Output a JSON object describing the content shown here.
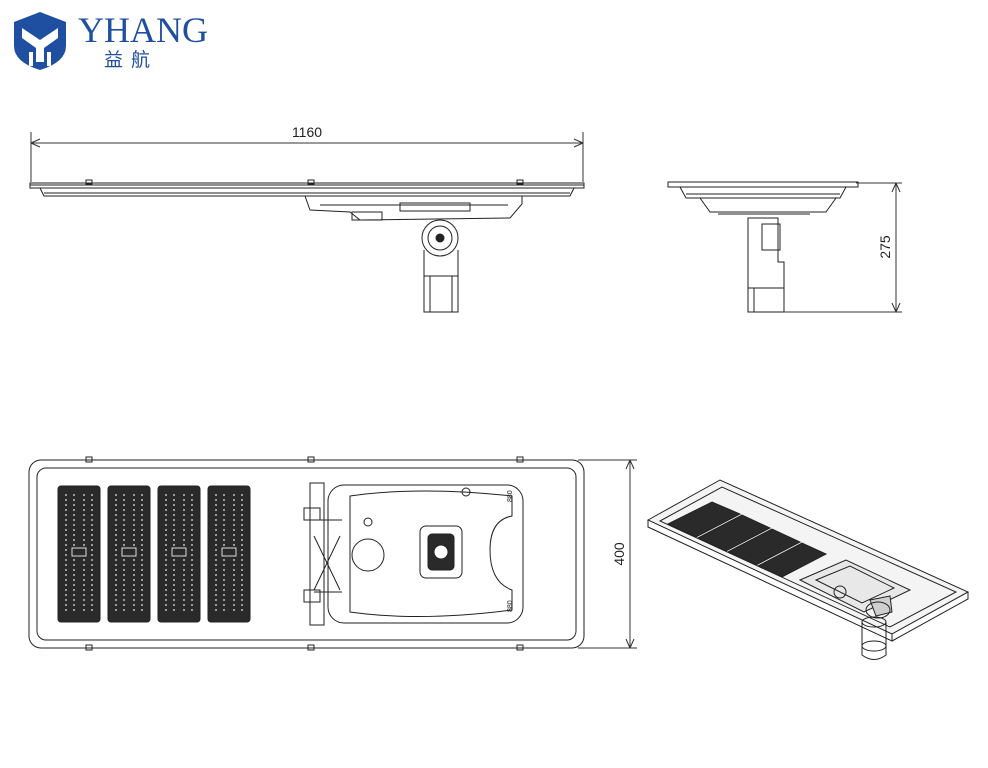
{
  "brand": {
    "name": "YHANG",
    "chinese_name": "益航",
    "logo_color": "#1f4fa0"
  },
  "views": {
    "front": {
      "width_label": "1160"
    },
    "side": {
      "height_label": "275"
    },
    "bottom": {
      "depth_label": "400"
    },
    "panel_labels": [
      "880",
      "880"
    ]
  },
  "colors": {
    "line": "#222222",
    "dim_line": "#333333",
    "panel_fill": "#2a2a2a"
  }
}
